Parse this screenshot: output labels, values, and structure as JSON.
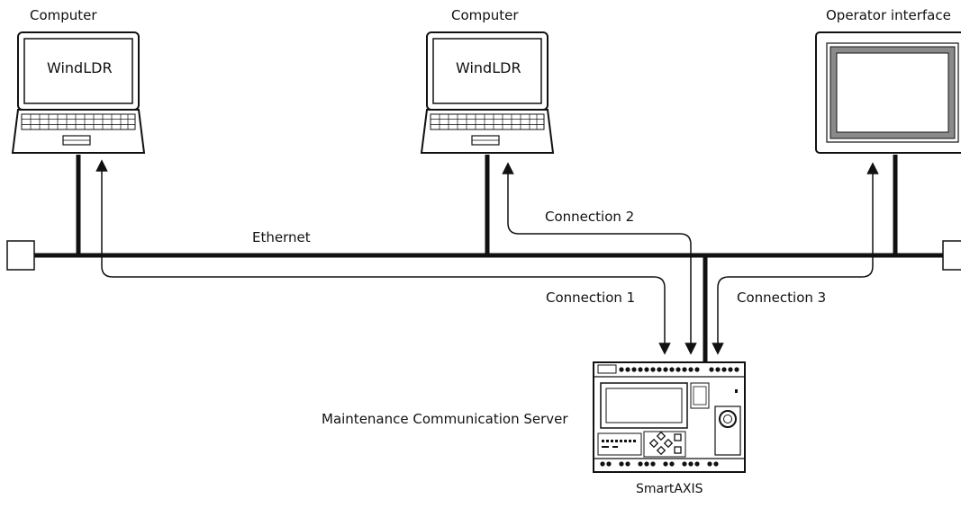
{
  "devices": {
    "computer_left": {
      "title": "Computer",
      "screen_text": "WindLDR"
    },
    "computer_center": {
      "title": "Computer",
      "screen_text": "WindLDR"
    },
    "operator_interface": {
      "title": "Operator interface"
    },
    "plc": {
      "role_label": "Maintenance Communication Server",
      "name": "SmartAXIS"
    }
  },
  "network": {
    "label": "Ethernet"
  },
  "connections": [
    {
      "label": "Connection 1"
    },
    {
      "label": "Connection 2"
    },
    {
      "label": "Connection 3"
    }
  ]
}
